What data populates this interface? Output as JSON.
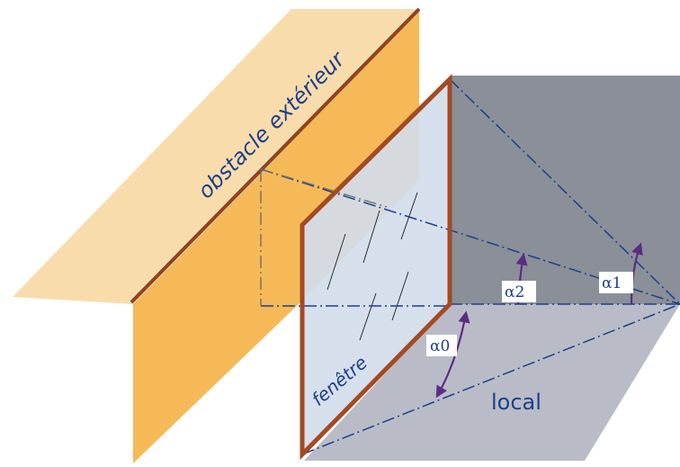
{
  "labels": {
    "obstacle": "obstacle extérieur",
    "fenetre": "fenêtre",
    "local": "local"
  },
  "angles": {
    "a0": "α0",
    "a1": "α1",
    "a2": "α2"
  },
  "colors": {
    "obstacle_fill": "#f5b54e",
    "obstacle_pale": "#f9dcac",
    "obstacle_edge_red": "#e11d1d",
    "obstacle_edge_green": "#2e6b2e",
    "frame": "#a34a22",
    "glass": "#d3dcea",
    "room_dark": "#7f858f",
    "room_floor": "#b9bcc6",
    "dash_line": "#1c3f8c",
    "arrow": "#5a2d86",
    "text": "#1c3f8c"
  }
}
